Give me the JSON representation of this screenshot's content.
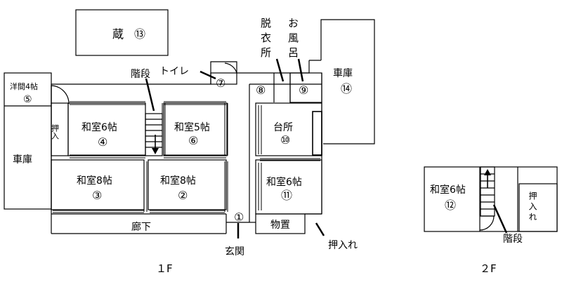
{
  "floor_1": {
    "caption": "１F",
    "rooms": {
      "kura": {
        "name": "蔵",
        "num": "⑬"
      },
      "youma": {
        "name": "洋間4帖",
        "num": "⑤"
      },
      "garage_left": {
        "name": "車庫"
      },
      "washitsu6a": {
        "name": "和室6帖",
        "num": "④"
      },
      "washitsu5": {
        "name": "和室5帖",
        "num": "⑥"
      },
      "washitsu8a": {
        "name": "和室8帖",
        "num": "③"
      },
      "washitsu8b": {
        "name": "和室8帖",
        "num": "②"
      },
      "kitchen": {
        "name": "台所",
        "num": "⑩"
      },
      "washitsu6b": {
        "name": "和室6帖",
        "num": "⑪"
      },
      "garage_right": {
        "name": "車庫",
        "num": "⑭"
      },
      "hall": {
        "num": "⑧"
      },
      "toilet": {
        "num": "⑦"
      },
      "bath": {
        "num": "⑨"
      },
      "entrance": {
        "num": "①"
      },
      "storage": {
        "name": "物置"
      },
      "oshiire_small": {
        "name": "押入"
      },
      "corridor": {
        "name": "廊下"
      }
    },
    "callouts": {
      "stairs": "階段",
      "toilet": "トイレ",
      "dressing": "脱衣所",
      "bath": "お風呂",
      "entrance": "玄関",
      "closet": "押入れ"
    }
  },
  "floor_2": {
    "caption": "２F",
    "rooms": {
      "washitsu6": {
        "name": "和室6帖",
        "num": "⑫"
      },
      "oshiire": {
        "name": "押入れ"
      }
    },
    "callouts": {
      "stairs": "階段"
    }
  }
}
